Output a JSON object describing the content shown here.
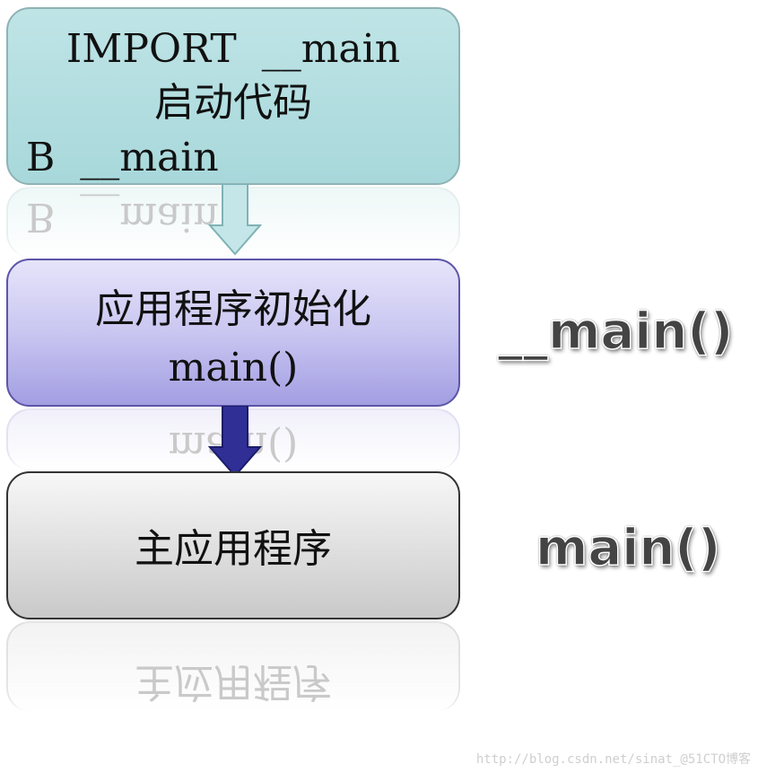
{
  "boxes": {
    "startup": {
      "line1": "IMPORT  __main",
      "line2": "启动代码",
      "line3": "B  __main"
    },
    "init": {
      "line1": "应用程序初始化",
      "line2": "main()"
    },
    "main_app": {
      "line1": "主应用程序"
    }
  },
  "side_labels": {
    "init": "__main()",
    "main_app": "main()"
  },
  "watermark": "http://blog.csdn.net/sinat_@51CTO博客",
  "colors": {
    "startup_fill": "#a8d8db",
    "init_fill": "#a39ee2",
    "main_fill": "#c9c9c9",
    "arrow_light": "#bfe4e6",
    "arrow_dark": "#3a3aa0"
  }
}
